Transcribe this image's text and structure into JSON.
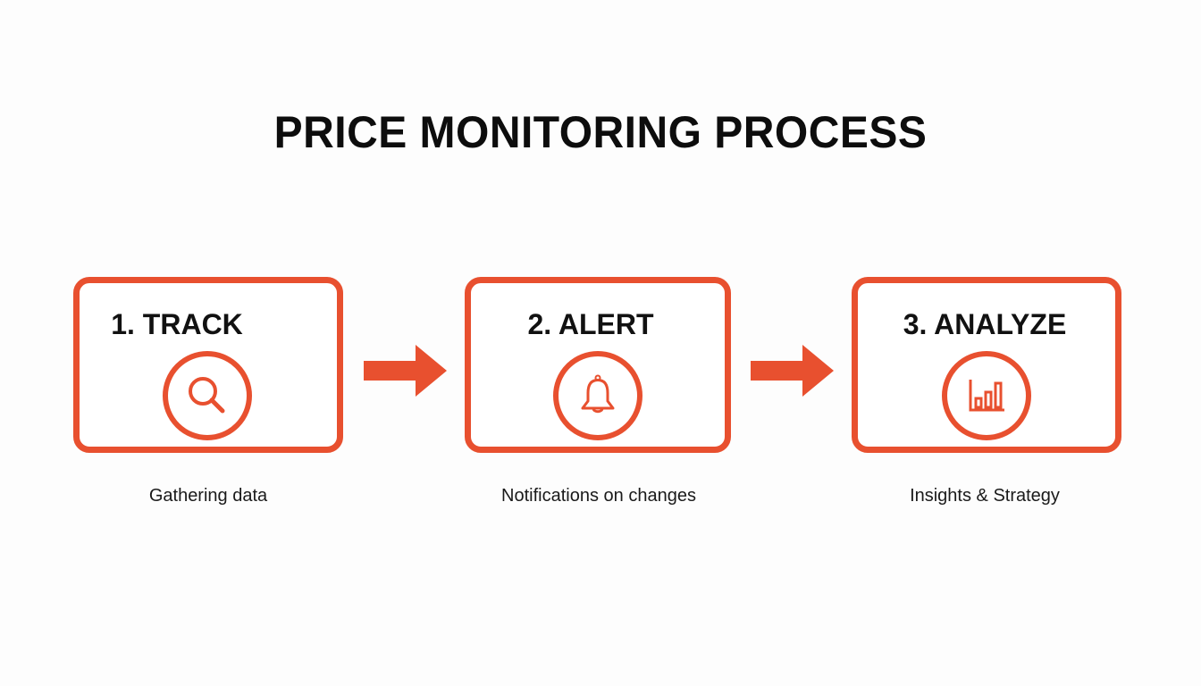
{
  "title": "PRICE MONITORING PROCESS",
  "colors": {
    "accent": "#E8502F",
    "text": "#111111",
    "background": "#FDFDFD"
  },
  "steps": [
    {
      "label": "1. TRACK",
      "icon": "magnifying-glass-icon",
      "caption": "Gathering data"
    },
    {
      "label": "2. ALERT",
      "icon": "bell-icon",
      "caption": "Notifications on changes"
    },
    {
      "label": "3. ANALYZE",
      "icon": "bar-chart-icon",
      "caption": "Insights & Strategy"
    }
  ],
  "connectors": [
    {
      "from": "1. TRACK",
      "to": "2. ALERT",
      "icon": "arrow-right-icon"
    },
    {
      "from": "2. ALERT",
      "to": "3. ANALYZE",
      "icon": "arrow-right-icon"
    }
  ]
}
